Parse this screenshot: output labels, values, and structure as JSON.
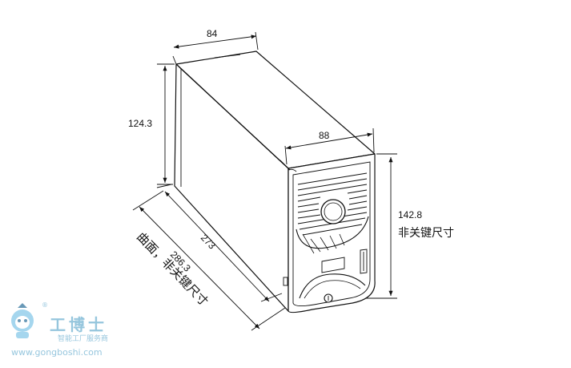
{
  "dimensions": {
    "top_width": "84",
    "height_back": "124.3",
    "front_width": "88",
    "front_height": "142.8",
    "front_height_caption": "非关键尺寸",
    "depth_inner": "273",
    "depth_outer": "286.3",
    "depth_caption": "曲面，非关键尺寸"
  },
  "watermark": {
    "brand": "工博士",
    "tagline": "智能工厂服务商",
    "url": "www.gongboshi.com",
    "registered": "®"
  }
}
